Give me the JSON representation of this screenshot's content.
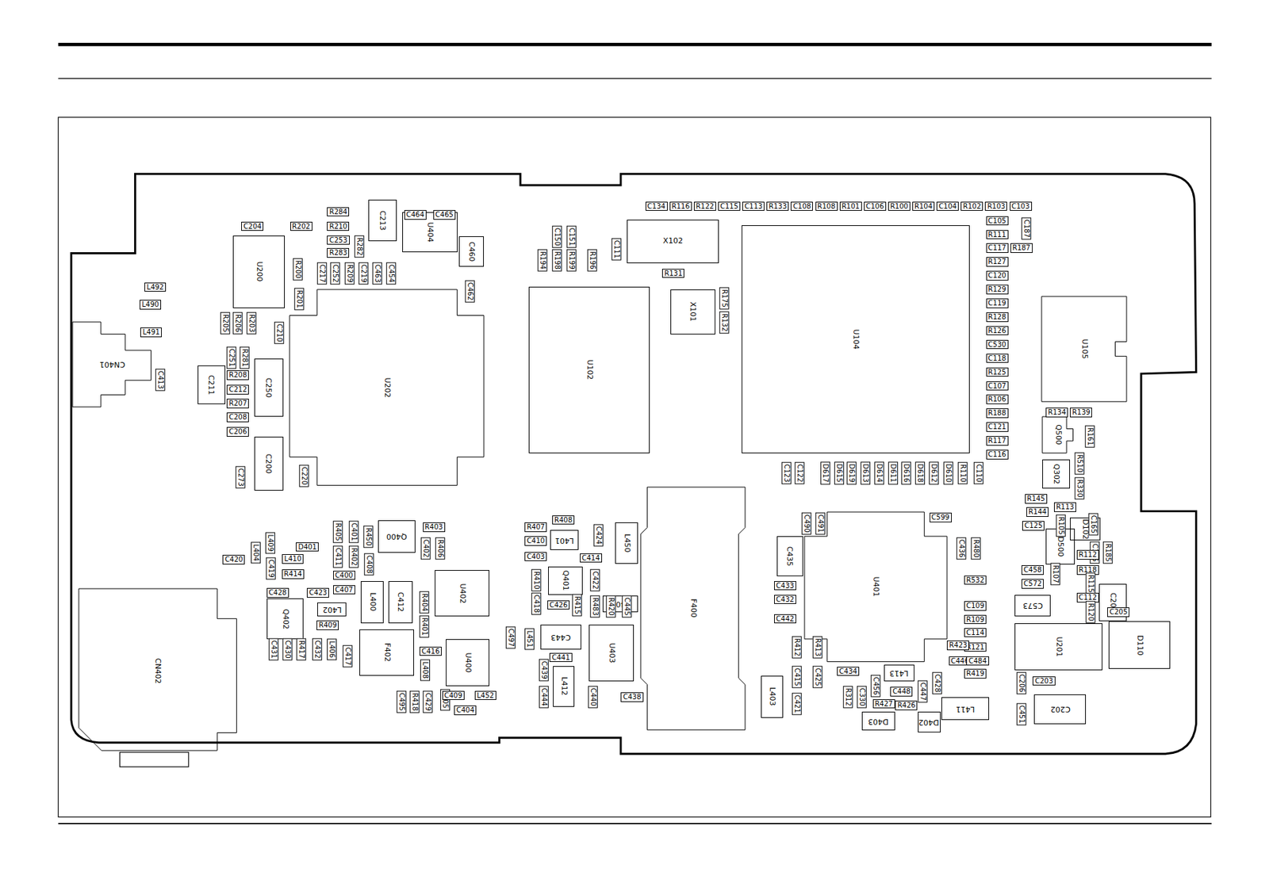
{
  "diagram": {
    "nodes": [
      {
        "text": [
          "U200"
        ]
      },
      {
        "text": [
          "U202"
        ]
      },
      {
        "text": [
          "C213"
        ]
      },
      {
        "text": [
          "U404"
        ]
      },
      {
        "text": [
          "C460"
        ]
      },
      {
        "text": [
          "CN401"
        ]
      },
      {
        "text": [
          "C211"
        ]
      },
      {
        "text": [
          "C250"
        ]
      },
      {
        "text": [
          "C200"
        ]
      },
      {
        "text": [
          "X102"
        ]
      },
      {
        "text": [
          "U102"
        ]
      },
      {
        "text": [
          "X101"
        ]
      },
      {
        "text": [
          "U104"
        ]
      },
      {
        "text": [
          "U105"
        ]
      },
      {
        "text": [
          "Q500"
        ]
      },
      {
        "text": [
          "Q302"
        ]
      },
      {
        "text": [
          "D102"
        ]
      },
      {
        "text": [
          "D500"
        ]
      },
      {
        "text": [
          "C573"
        ]
      },
      {
        "text": [
          "C201"
        ]
      },
      {
        "text": [
          "U201"
        ]
      },
      {
        "text": [
          "D110"
        ]
      },
      {
        "text": [
          "C202"
        ]
      },
      {
        "text": [
          "Q400"
        ]
      },
      {
        "text": [
          "L400"
        ]
      },
      {
        "text": [
          "C412"
        ]
      },
      {
        "text": [
          "U402"
        ]
      },
      {
        "text": [
          "Q402"
        ]
      },
      {
        "text": [
          "L402"
        ]
      },
      {
        "text": [
          "F402"
        ]
      },
      {
        "text": [
          "U400"
        ]
      },
      {
        "text": [
          "CN402"
        ]
      },
      {
        "text": [
          "L401"
        ]
      },
      {
        "text": [
          "Q401"
        ]
      },
      {
        "text": [
          "L450"
        ]
      },
      {
        "text": [
          "L407"
        ]
      },
      {
        "text": [
          "C443"
        ]
      },
      {
        "text": [
          "U403"
        ]
      },
      {
        "text": [
          "L412"
        ]
      },
      {
        "text": [
          "F400"
        ]
      },
      {
        "text": [
          "C435"
        ]
      },
      {
        "text": [
          "U401"
        ]
      },
      {
        "text": [
          "L413"
        ]
      },
      {
        "text": [
          "L403"
        ]
      },
      {
        "text": [
          "L411"
        ]
      },
      {
        "text": [
          "D403"
        ]
      },
      {
        "text": [
          "D402"
        ]
      }
    ],
    "labels": [
      "L492",
      "L490",
      "L491",
      "C413",
      "C204",
      "R202",
      "R284",
      "R210",
      "C253",
      "R282",
      "R283",
      "R200",
      "C217",
      "C252",
      "R209",
      "C219",
      "C463",
      "C454",
      "C464",
      "C465",
      "C462",
      "R201",
      "R205",
      "R206",
      "R203",
      "C210",
      "C251",
      "R281",
      "R208",
      "C212",
      "R207",
      "C208",
      "C206",
      "C273",
      "C220",
      "R194",
      "C150",
      "R198",
      "C151",
      "R199",
      "R196",
      "C111",
      "R131",
      "R175",
      "R132",
      "C134",
      "R116",
      "R122",
      "C115",
      "C113",
      "R133",
      "C108",
      "R108",
      "R101",
      "C106",
      "R100",
      "R104",
      "C104",
      "R102",
      "R103",
      "C103",
      "C105",
      "R111",
      "C117",
      "R127",
      "C120",
      "R129",
      "C119",
      "R128",
      "R126",
      "C530",
      "C118",
      "R125",
      "C107",
      "R106",
      "R188",
      "C121",
      "R117",
      "C116",
      "C187",
      "R187",
      "C123",
      "C122",
      "D617",
      "D615",
      "D619",
      "D613",
      "D614",
      "D611",
      "D616",
      "D618",
      "D612",
      "D610",
      "R110",
      "C110",
      "R134",
      "R139",
      "R161",
      "R510",
      "R330",
      "R145",
      "R144",
      "R113",
      "C125",
      "R105",
      "C165",
      "C166",
      "R185",
      "R112",
      "R118",
      "R115",
      "C112",
      "R120",
      "C205",
      "C458",
      "C572",
      "R107",
      "C206",
      "C203",
      "C451",
      "C599",
      "C490",
      "C491",
      "C436",
      "R480",
      "R532",
      "C433",
      "C432",
      "C442",
      "C109",
      "R109",
      "C114",
      "R121",
      "R423",
      "C446",
      "C484",
      "R419",
      "R412",
      "R413",
      "C415",
      "C425",
      "C421",
      "C434",
      "C456",
      "C428",
      "C447",
      "C448",
      "R427",
      "R426",
      "R312",
      "C330",
      "R407",
      "R408",
      "C410",
      "C403",
      "C424",
      "C414",
      "R410",
      "C422",
      "C418",
      "C426",
      "R415",
      "R483",
      "R420",
      "C445",
      "C441",
      "C497",
      "L451",
      "C439",
      "C444",
      "C440",
      "C438",
      "R405",
      "C401",
      "R450",
      "C411",
      "R402",
      "C408",
      "C400",
      "C407",
      "R403",
      "C402",
      "R406",
      "R404",
      "R401",
      "C416",
      "L408",
      "L404",
      "L409",
      "C420",
      "C419",
      "L410",
      "R414",
      "C428",
      "C423",
      "R409",
      "C431",
      "C430",
      "R417",
      "C432",
      "L406",
      "C417",
      "C495",
      "R418",
      "C429",
      "L405",
      "C409",
      "L452",
      "C404",
      "D401"
    ]
  }
}
